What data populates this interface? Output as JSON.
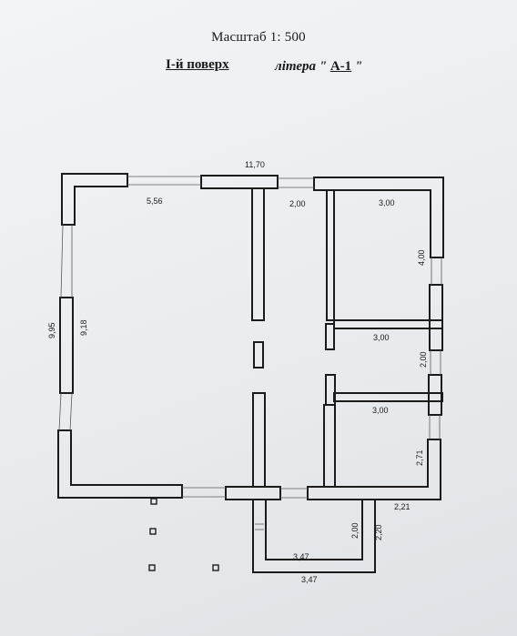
{
  "header": {
    "scale": "Масштаб 1: 500",
    "floor": "І-й поверх",
    "litera_prefix": "літера \"",
    "litera_code": "А-1",
    "litera_suffix": "\""
  },
  "dimensions": {
    "total_width": "11,70",
    "total_height": "9,95",
    "main_room_width": "5,56",
    "main_room_height": "9,18",
    "corridor_width": "2,00",
    "room1_width": "3,00",
    "room1_height": "4,00",
    "room2_width": "3,00",
    "room2_height": "2,00",
    "room3_width": "3,00",
    "room3_height": "2,71",
    "porch_offset": "2,21",
    "porch_inner_height": "2,00",
    "porch_outer_height": "2,20",
    "porch_inner_width": "3,47",
    "porch_outer_width": "3,47"
  },
  "colors": {
    "wall": "#1b1b1b",
    "line": "#5a5a5a"
  }
}
